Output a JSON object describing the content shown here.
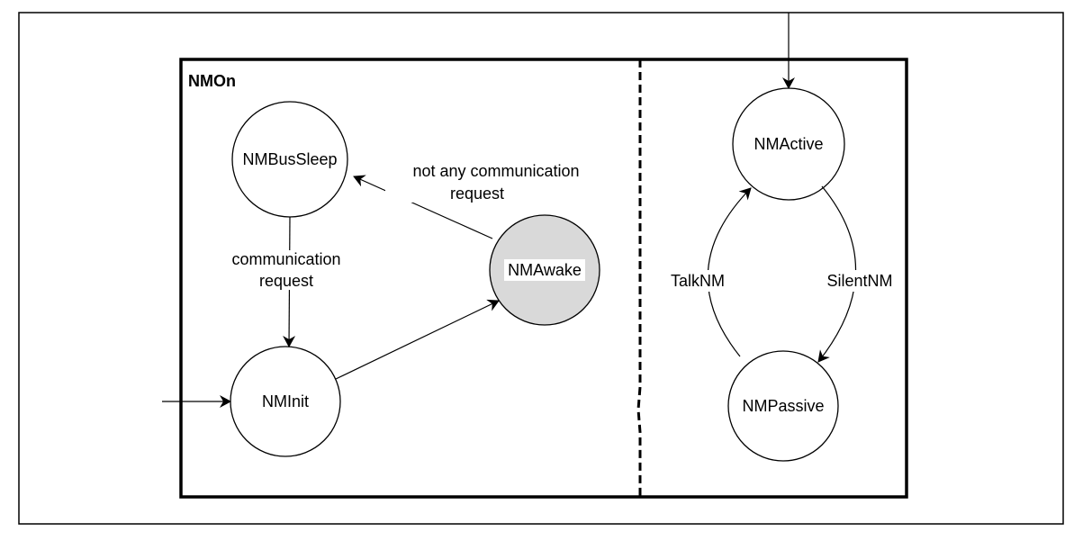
{
  "container": {
    "title": "NMOn"
  },
  "states": {
    "bus_sleep": {
      "label": "NMBusSleep",
      "fill": "#ffffff"
    },
    "awake": {
      "label": "NMAwake",
      "fill": "#d9d9d9"
    },
    "init": {
      "label": "NMInit",
      "fill": "#ffffff"
    },
    "active": {
      "label": "NMActive",
      "fill": "#ffffff"
    },
    "passive": {
      "label": "NMPassive",
      "fill": "#ffffff"
    }
  },
  "transitions": {
    "not_any_request": {
      "line1": "not any communication",
      "line2": "request"
    },
    "communication_request": {
      "line1": "communication",
      "line2": "request"
    },
    "talk_nm": {
      "label": "TalkNM"
    },
    "silent_nm": {
      "label": "SilentNM"
    }
  },
  "colors": {
    "stroke": "#000000",
    "awake_fill": "#d9d9d9",
    "background": "#ffffff"
  }
}
